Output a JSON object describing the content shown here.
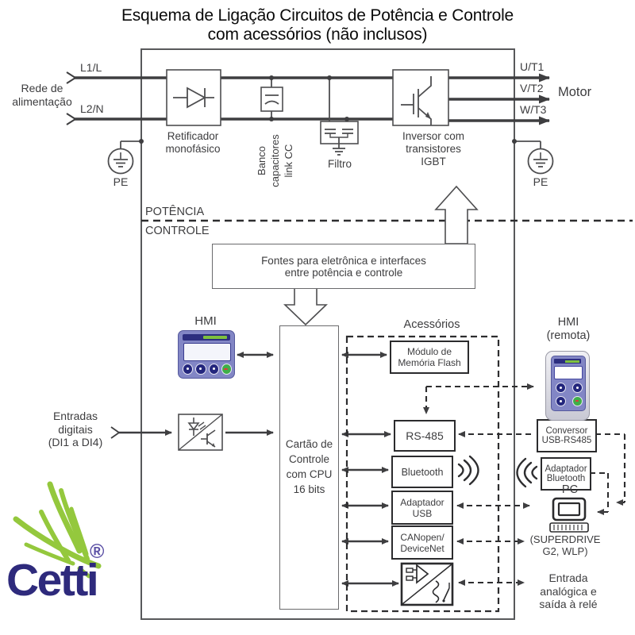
{
  "title": {
    "line1": "Esquema de Ligação Circuitos de Potência e Controle",
    "line2": "com acessórios (não inclusos)"
  },
  "power_section": {
    "supply": "Rede de\nalimentação",
    "l1": "L1/L",
    "l2": "L2/N",
    "rectifier": "Retificador\nmonofásico",
    "cap_bank": "Banco\ncapacitores\nlink CC",
    "filter": "Filtro",
    "inverter": "Inversor com\ntransistores\nIGBT",
    "u": "U/T1",
    "v": "V/T2",
    "w": "W/T3",
    "motor": "Motor",
    "pe_left": "PE",
    "pe_right": "PE",
    "label_power": "POTÊNCIA",
    "label_control": "CONTROLE"
  },
  "control_section": {
    "supplies_box": "Fontes para eletrônica e interfaces\nentre potência e controle",
    "hmi": "HMI",
    "digital_inputs": "Entradas\ndigitais\n(DI1 a DI4)",
    "control_card": "Cartão de\nControle\ncom CPU\n16 bits"
  },
  "accessories": {
    "title": "Acessórios",
    "flash_module": "Módulo de\nMemória Flash",
    "rs485": "RS-485",
    "bluetooth": "Bluetooth",
    "usb_adapter": "Adaptador\nUSB",
    "canopen": "CANopen/\nDeviceNet"
  },
  "external": {
    "hmi_remote": "HMI\n(remota)",
    "usb_rs485_converter": "Conversor\nUSB-RS485",
    "bluetooth_adapter": "Adaptador\nBluetooth",
    "pc": "PC",
    "software": "(SUPERDRIVE\nG2, WLP)",
    "analog_io": "Entrada\nanalógica e\nsaída à relé"
  },
  "logo": {
    "brand": "Cetti",
    "registered": "®"
  },
  "colors": {
    "diagram_line": "#4b4b4d",
    "bold_box": "#2b2b2d",
    "hmi_purple": "#8286c5",
    "hmi_dark": "#2c2e7f",
    "button_green": "#3fae49",
    "button_red": "#e03a3a",
    "logo_green": "#94c83d",
    "logo_navy": "#2e2a7c"
  }
}
